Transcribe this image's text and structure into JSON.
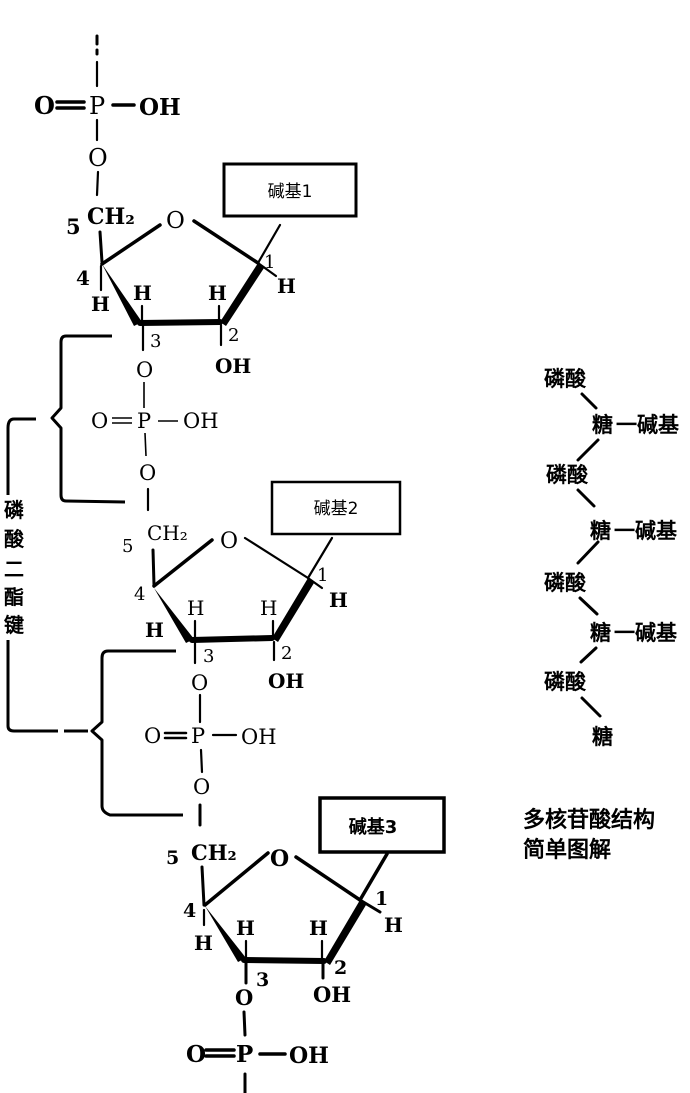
{
  "diagram": {
    "title_lines": [
      "多核苷酸结构",
      "简单图解"
    ],
    "bond_label": [
      "磷",
      "酸",
      "二",
      "酯",
      "键"
    ],
    "atoms": {
      "phosphorus": "P",
      "oxygen": "O",
      "hydroxyl": "OH",
      "hydrogen": "H",
      "methylene": "CH₂"
    },
    "carbon_numbers": [
      "1",
      "2",
      "3",
      "4",
      "5"
    ],
    "nucleotides": [
      {
        "base_label": "碱基1"
      },
      {
        "base_label": "碱基2"
      },
      {
        "base_label": "碱基3"
      }
    ],
    "schematic": {
      "phosphate": "磷酸",
      "sugar": "糖",
      "base_link": "一碱基",
      "rows": [
        {
          "type": "phosphate"
        },
        {
          "type": "sugar-base"
        },
        {
          "type": "phosphate"
        },
        {
          "type": "sugar-base"
        },
        {
          "type": "phosphate"
        },
        {
          "type": "sugar-base"
        },
        {
          "type": "phosphate"
        },
        {
          "type": "sugar"
        }
      ]
    }
  }
}
